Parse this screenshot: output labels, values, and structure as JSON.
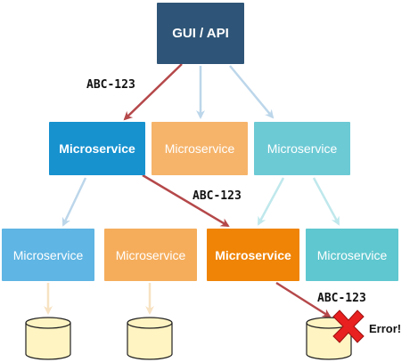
{
  "nodes": {
    "gui": {
      "label": "GUI / API",
      "color": "#2e5577"
    },
    "ms_top_left": {
      "label": "Microservice",
      "color": "#1792cf"
    },
    "ms_top_mid": {
      "label": "Microservice",
      "color": "#f6b46b"
    },
    "ms_top_right": {
      "label": "Microservice",
      "color": "#6ccad5"
    },
    "ms_bot_1": {
      "label": "Microservice",
      "color": "#5fb5e3"
    },
    "ms_bot_2": {
      "label": "Microservice",
      "color": "#f5ad5c"
    },
    "ms_bot_3": {
      "label": "Microservice",
      "color": "#ef8407"
    },
    "ms_bot_4": {
      "label": "Microservice",
      "color": "#5fc7cf"
    }
  },
  "edge_labels": {
    "request_1": "ABC-123",
    "request_2": "ABC-123",
    "request_3": "ABC-123"
  },
  "error": {
    "label": "Error!",
    "icon": "x-mark-icon",
    "color": "#e8201f"
  },
  "colors": {
    "request_path": "#b5484a",
    "arrow_light_blue": "#bcd6ea",
    "arrow_light_cyan": "#bfe8ec",
    "arrow_light_orange": "#f7e2c2",
    "database_fill": "#fff4c2",
    "database_stroke": "#222222"
  }
}
